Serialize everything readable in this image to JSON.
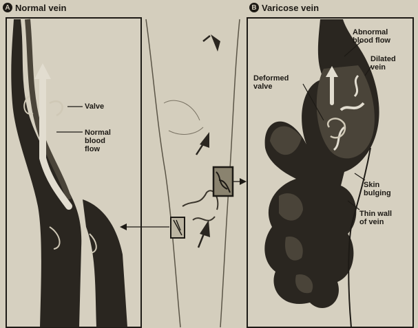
{
  "panel_a": {
    "badge": "A",
    "title": "Normal vein"
  },
  "panel_b": {
    "badge": "B",
    "title": "Varicose vein"
  },
  "labels": {
    "valve": "Valve",
    "normal_blood_flow": "Normal\nblood\nflow",
    "abnormal_blood_flow": "Abnormal\nblood flow",
    "dilated_vein": "Dilated\nvein",
    "deformed_valve": "Deformed\nvalve",
    "skin_bulging": "Skin\nbulging",
    "thin_wall_of_vein": "Thin wall\nof vein"
  },
  "colors": {
    "paper": "#d4cebd",
    "ink": "#1d1a15",
    "vein_dark": "#2a2620",
    "vein_mid": "#4a4439",
    "flow_light": "#e2ddd0"
  }
}
